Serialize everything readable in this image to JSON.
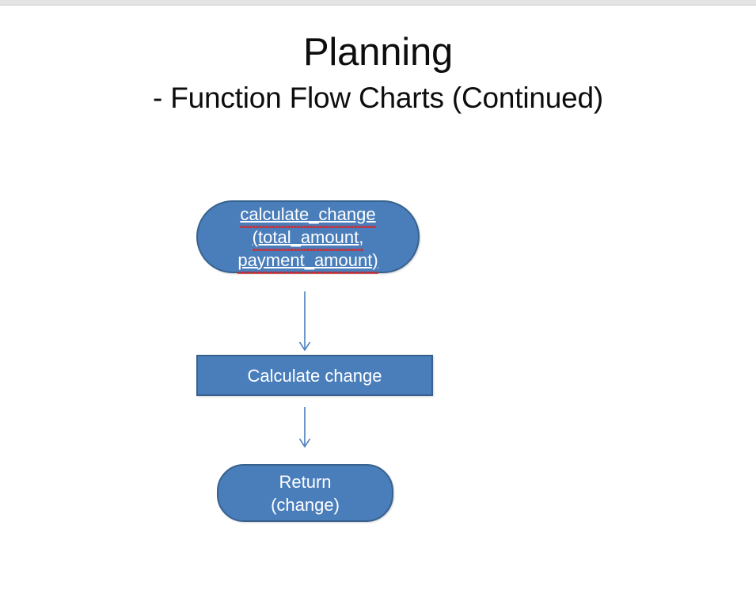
{
  "window": {
    "top_strip_color": "#e4e4e4"
  },
  "slide": {
    "title": "Planning",
    "subtitle": "- Function Flow Charts (Continued)",
    "background": "#ffffff",
    "title_color": "#0d0d0d"
  },
  "theme": {
    "node_fill": "#4a7ebb",
    "node_border": "#37618e",
    "node_text": "#ffffff",
    "connector_color": "#4a7ebb",
    "spellcheck_underline": "#e02020"
  },
  "flowchart": {
    "type": "flowchart",
    "orientation": "top-to-bottom",
    "nodes": [
      {
        "id": "start",
        "shape": "terminator",
        "lines": [
          {
            "text": "calculate_change",
            "misspelled": true
          },
          {
            "text": "(total_amount,",
            "misspelled": true
          },
          {
            "text": "payment_amount)",
            "misspelled": true
          }
        ],
        "full_text": "calculate_change (total_amount, payment_amount)"
      },
      {
        "id": "process",
        "shape": "rectangle",
        "lines": [
          {
            "text": "Calculate change",
            "misspelled": false
          }
        ],
        "full_text": "Calculate change"
      },
      {
        "id": "return",
        "shape": "terminator",
        "lines": [
          {
            "text": "Return",
            "misspelled": false
          },
          {
            "text": "(change)",
            "misspelled": false
          }
        ],
        "full_text": "Return (change)"
      }
    ],
    "edges": [
      {
        "from": "start",
        "to": "process",
        "style": "arrow-down"
      },
      {
        "from": "process",
        "to": "return",
        "style": "arrow-down"
      }
    ]
  }
}
